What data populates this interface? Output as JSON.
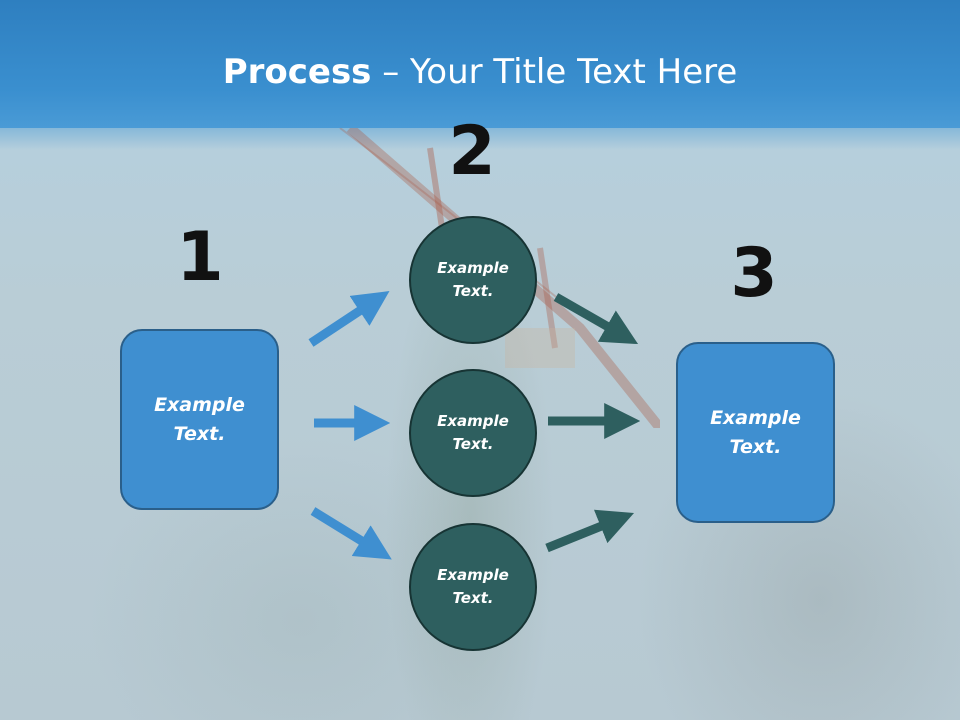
{
  "title": {
    "bold": "Process",
    "rest": " – Your Title Text Here"
  },
  "steps": {
    "one": "1",
    "two": "2",
    "three": "3"
  },
  "left_box": {
    "text": "Example\nText."
  },
  "circles": [
    {
      "text": "Example\nText."
    },
    {
      "text": "Example\nText."
    },
    {
      "text": "Example\nText."
    }
  ],
  "right_box": {
    "text": "Example\nText."
  },
  "colors": {
    "header": "#3a8fcf",
    "box": "#3f8fd0",
    "circle": "#2e5f5f",
    "arrow_blue": "#3f8fd0",
    "arrow_teal": "#2e5f5f"
  }
}
